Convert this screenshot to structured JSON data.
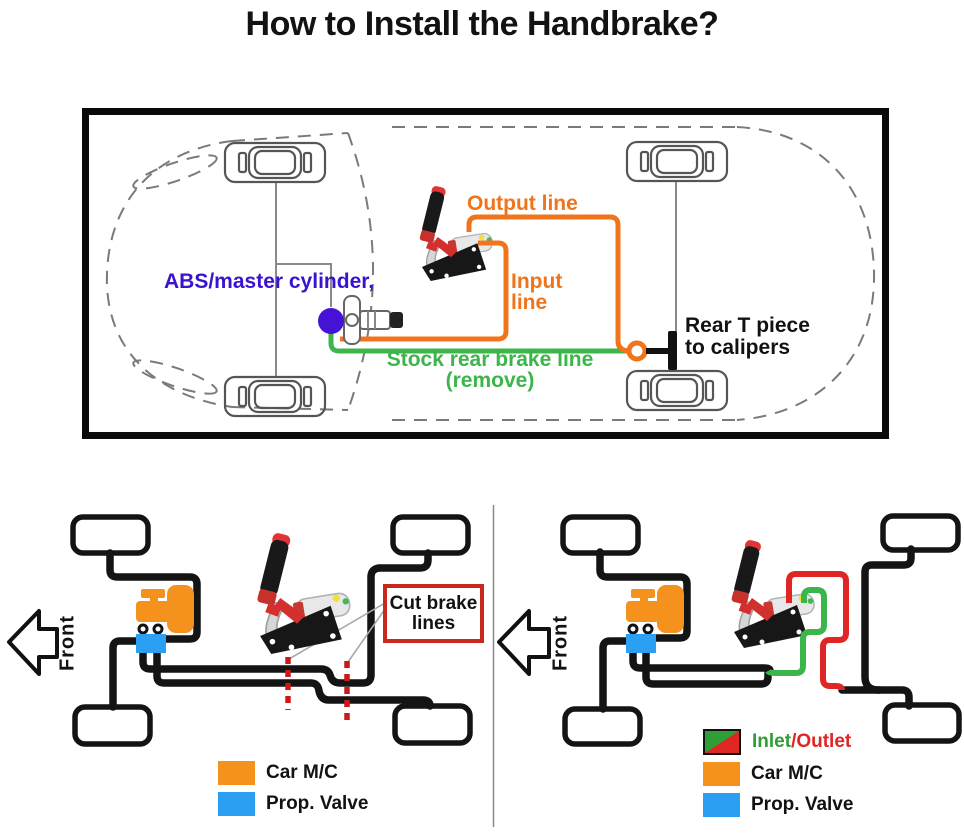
{
  "title": "How to Install the Handbrake?",
  "colors": {
    "line_orange": "#f0741c",
    "line_green": "#3cb54a",
    "label_purple": "#3a12cf",
    "cut_red": "#c8281e",
    "prop_valve_blue": "#2b9ff2",
    "car_mc_orange": "#f5921e",
    "brake_line_black": "#141414",
    "car_outline_gray": "#7a7a7a"
  },
  "top_diagram": {
    "labels": {
      "output_line": "Output line",
      "input_line1": "Input",
      "input_line2": "line",
      "abs_master_cylinder": "ABS/master cylinder,",
      "stock_line1": "Stock rear brake line",
      "stock_line2": "(remove)",
      "rear_t_line1": "Rear T piece",
      "rear_t_line2": "to calipers"
    }
  },
  "bottom_left": {
    "front_label": "Front",
    "cut_box": {
      "line1": "Cut brake",
      "line2": "lines"
    },
    "legend": [
      {
        "label": "Car M/C",
        "color": "#f5921e"
      },
      {
        "label": "Prop. Valve",
        "color": "#2b9ff2"
      }
    ]
  },
  "bottom_right": {
    "front_label": "Front",
    "inlet_outlet": {
      "inlet": "Inlet",
      "separator": "/",
      "outlet": "Outlet",
      "inlet_color": "#2f9e35",
      "outlet_color": "#e02525"
    },
    "legend": [
      {
        "label": "Car M/C",
        "color": "#f5921e"
      },
      {
        "label": "Prop. Valve",
        "color": "#2b9ff2"
      }
    ]
  }
}
